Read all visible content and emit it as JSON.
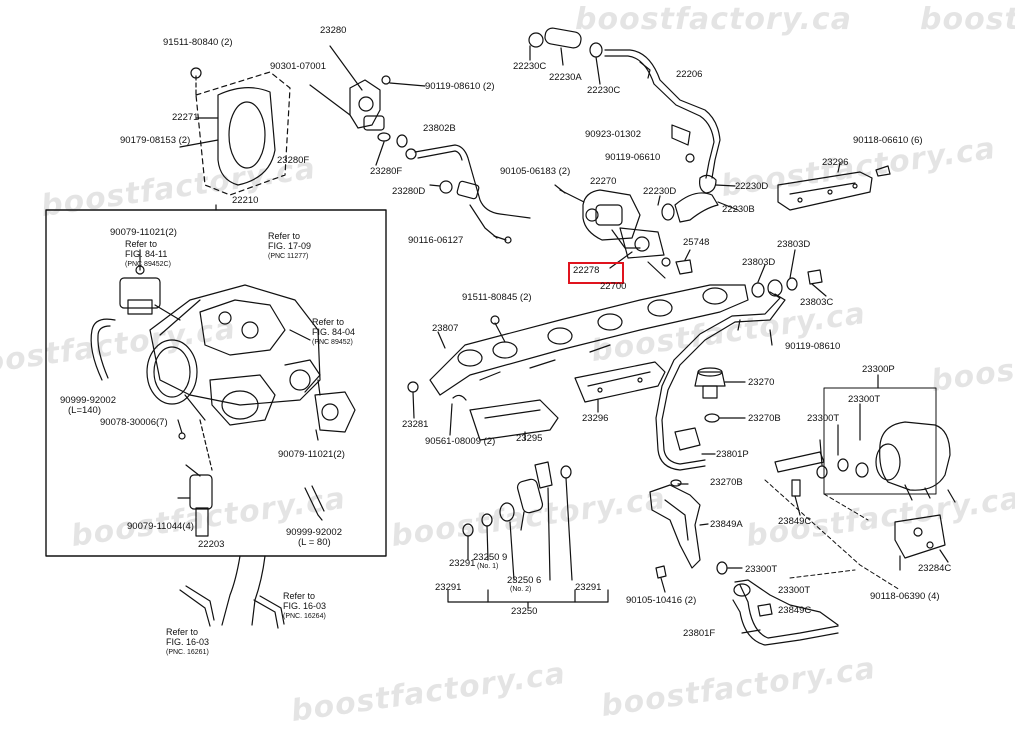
{
  "watermark": "boostfactory.ca",
  "highlight_color": "#e0141e",
  "highlighted_part": "22278",
  "labels": {
    "p23280": "23280",
    "p91511_80840": "91511-80840 (2)",
    "p90301_07001": "90301-07001",
    "p90119_08610a": "90119-08610 (2)",
    "p22271": "22271",
    "p90179_08153": "90179-08153 (2)",
    "p23280F_a": "23280F",
    "p23802B": "23802B",
    "p23280F_b": "23280F",
    "p23280D": "23280D",
    "p22210": "22210",
    "p22230C_a": "22230C",
    "p22230A": "22230A",
    "p22230C_b": "22230C",
    "p22206": "22206",
    "p90923_01302": "90923-01302",
    "p90119_06610": "90119-06610",
    "p90105_06183": "90105-06183 (2)",
    "p22270": "22270",
    "p22230D_a": "22230D",
    "p22230D_b": "22230D",
    "p22230B": "22230B",
    "p90116_06127": "90116-06127",
    "p22278": "22278",
    "p22700": "22700",
    "p25748": "25748",
    "p90118_06610": "90118-06610 (6)",
    "p23296a": "23296",
    "p23803D_a": "23803D",
    "p23803D_b": "23803D",
    "p23803C": "23803C",
    "p90079_11021a": "90079-11021(2)",
    "refer_to_a": "Refer to",
    "fig_84_11": "FIG. 84-11",
    "pnc_89452c": "(PNC 89452C)",
    "refer_to_b": "Refer to",
    "fig_17_09": "FIG. 17-09",
    "pnc_11277": "(PNC 11277)",
    "refer_to_c": "Refer to",
    "fig_84_04": "FIG. 84-04",
    "pnc_89452": "(PNC 89452)",
    "p91511_80845": "91511-80845 (2)",
    "p23807": "23807",
    "p90119_08610b": "90119-08610",
    "p23300P": "23300P",
    "p23300T_a": "23300T",
    "p23300T_b": "23300T",
    "p23270": "23270",
    "p23270B_a": "23270B",
    "p90999_92002a": "90999-92002",
    "l140": "(L=140)",
    "p90078_30006": "90078-30006(7)",
    "p23291a": "23291",
    "p90561_08009": "90561-08009 (2)",
    "p23295": "23295",
    "p23296b": "23296",
    "p23801P": "23801P",
    "p90079_11021b": "90079-11021(2)",
    "p23270B_b": "23270B",
    "p23849A": "23849A",
    "p23849C_a": "23849C",
    "p90079_11044": "90079-11044(4)",
    "p90999_92002b": "90999-92002",
    "l80": "(L = 80)",
    "p22203": "22203",
    "p23291b": "23291",
    "p23250_9": "23250 9",
    "no1": "(No. 1)",
    "p23250_6": "23250 6",
    "no2": "(No. 2)",
    "p23291c": "23291",
    "p23291d": "23291",
    "p23250": "23250",
    "p23300T_c": "23300T",
    "p90105_10416": "90105-10416 (2)",
    "p23300T_d": "23300T",
    "p23849C_b": "23849C",
    "p23284C": "23284C",
    "p90118_06390": "90118-06390 (4)",
    "refer_to_d": "Refer to",
    "fig_16_03a": "FIG. 16-03",
    "pnc_16264": "(PNC. 16264)",
    "refer_to_e": "Refer to",
    "fig_16_03b": "FIG. 16-03",
    "pnc_16261": "(PNC. 16261)",
    "p23801F": "23801F",
    "p23281": "23281"
  }
}
